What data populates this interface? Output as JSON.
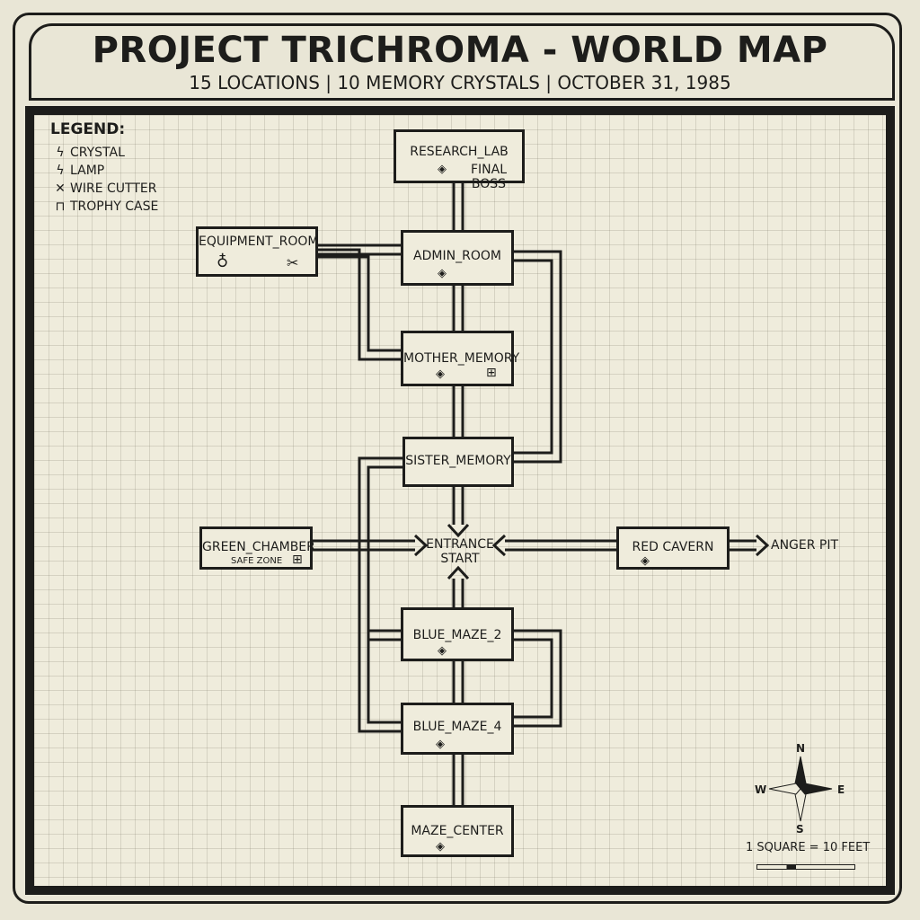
{
  "header": {
    "title": "PROJECT TRICHROMA - WORLD MAP",
    "subtitle": "15 LOCATIONS | 10 MEMORY CRYSTALS | OCTOBER 31, 1985"
  },
  "legend": {
    "heading": "LEGEND:",
    "items": [
      {
        "symbol": "crystal-icon",
        "label": "CRYSTAL"
      },
      {
        "symbol": "lamp-icon",
        "label": "LAMP"
      },
      {
        "symbol": "wire-cutter-icon",
        "label": "WIRE CUTTER"
      },
      {
        "symbol": "trophy-case-icon",
        "label": "TROPHY CASE"
      }
    ]
  },
  "rooms": {
    "research_lab": {
      "name": "RESEARCH_LAB",
      "note": "FINAL BOSS"
    },
    "equipment_room": {
      "name": "EQUIPMENT_ROOM"
    },
    "admin_room": {
      "name": "ADMIN_ROOM"
    },
    "mother_memory": {
      "name": "MOTHER_MEMORY"
    },
    "sister_memory": {
      "name": "SISTER_MEMORY"
    },
    "green_chamber": {
      "name": "GREEN_CHAMBER",
      "note": "SAFE ZONE"
    },
    "entrance": {
      "name": "ENTRANCE",
      "note": "START"
    },
    "red_cavern": {
      "name": "RED CAVERN"
    },
    "anger_pit": {
      "name": "ANGER PIT"
    },
    "blue_maze_2": {
      "name": "BLUE_MAZE_2"
    },
    "blue_maze_4": {
      "name": "BLUE_MAZE_4"
    },
    "maze_center": {
      "name": "MAZE_CENTER"
    }
  },
  "compass": {
    "n": "N",
    "s": "S",
    "e": "E",
    "w": "W"
  },
  "scale": {
    "label": "1 SQUARE = 10 FEET"
  },
  "colors": {
    "ink": "#1d1d1b",
    "paper": "#e9e6d6"
  }
}
